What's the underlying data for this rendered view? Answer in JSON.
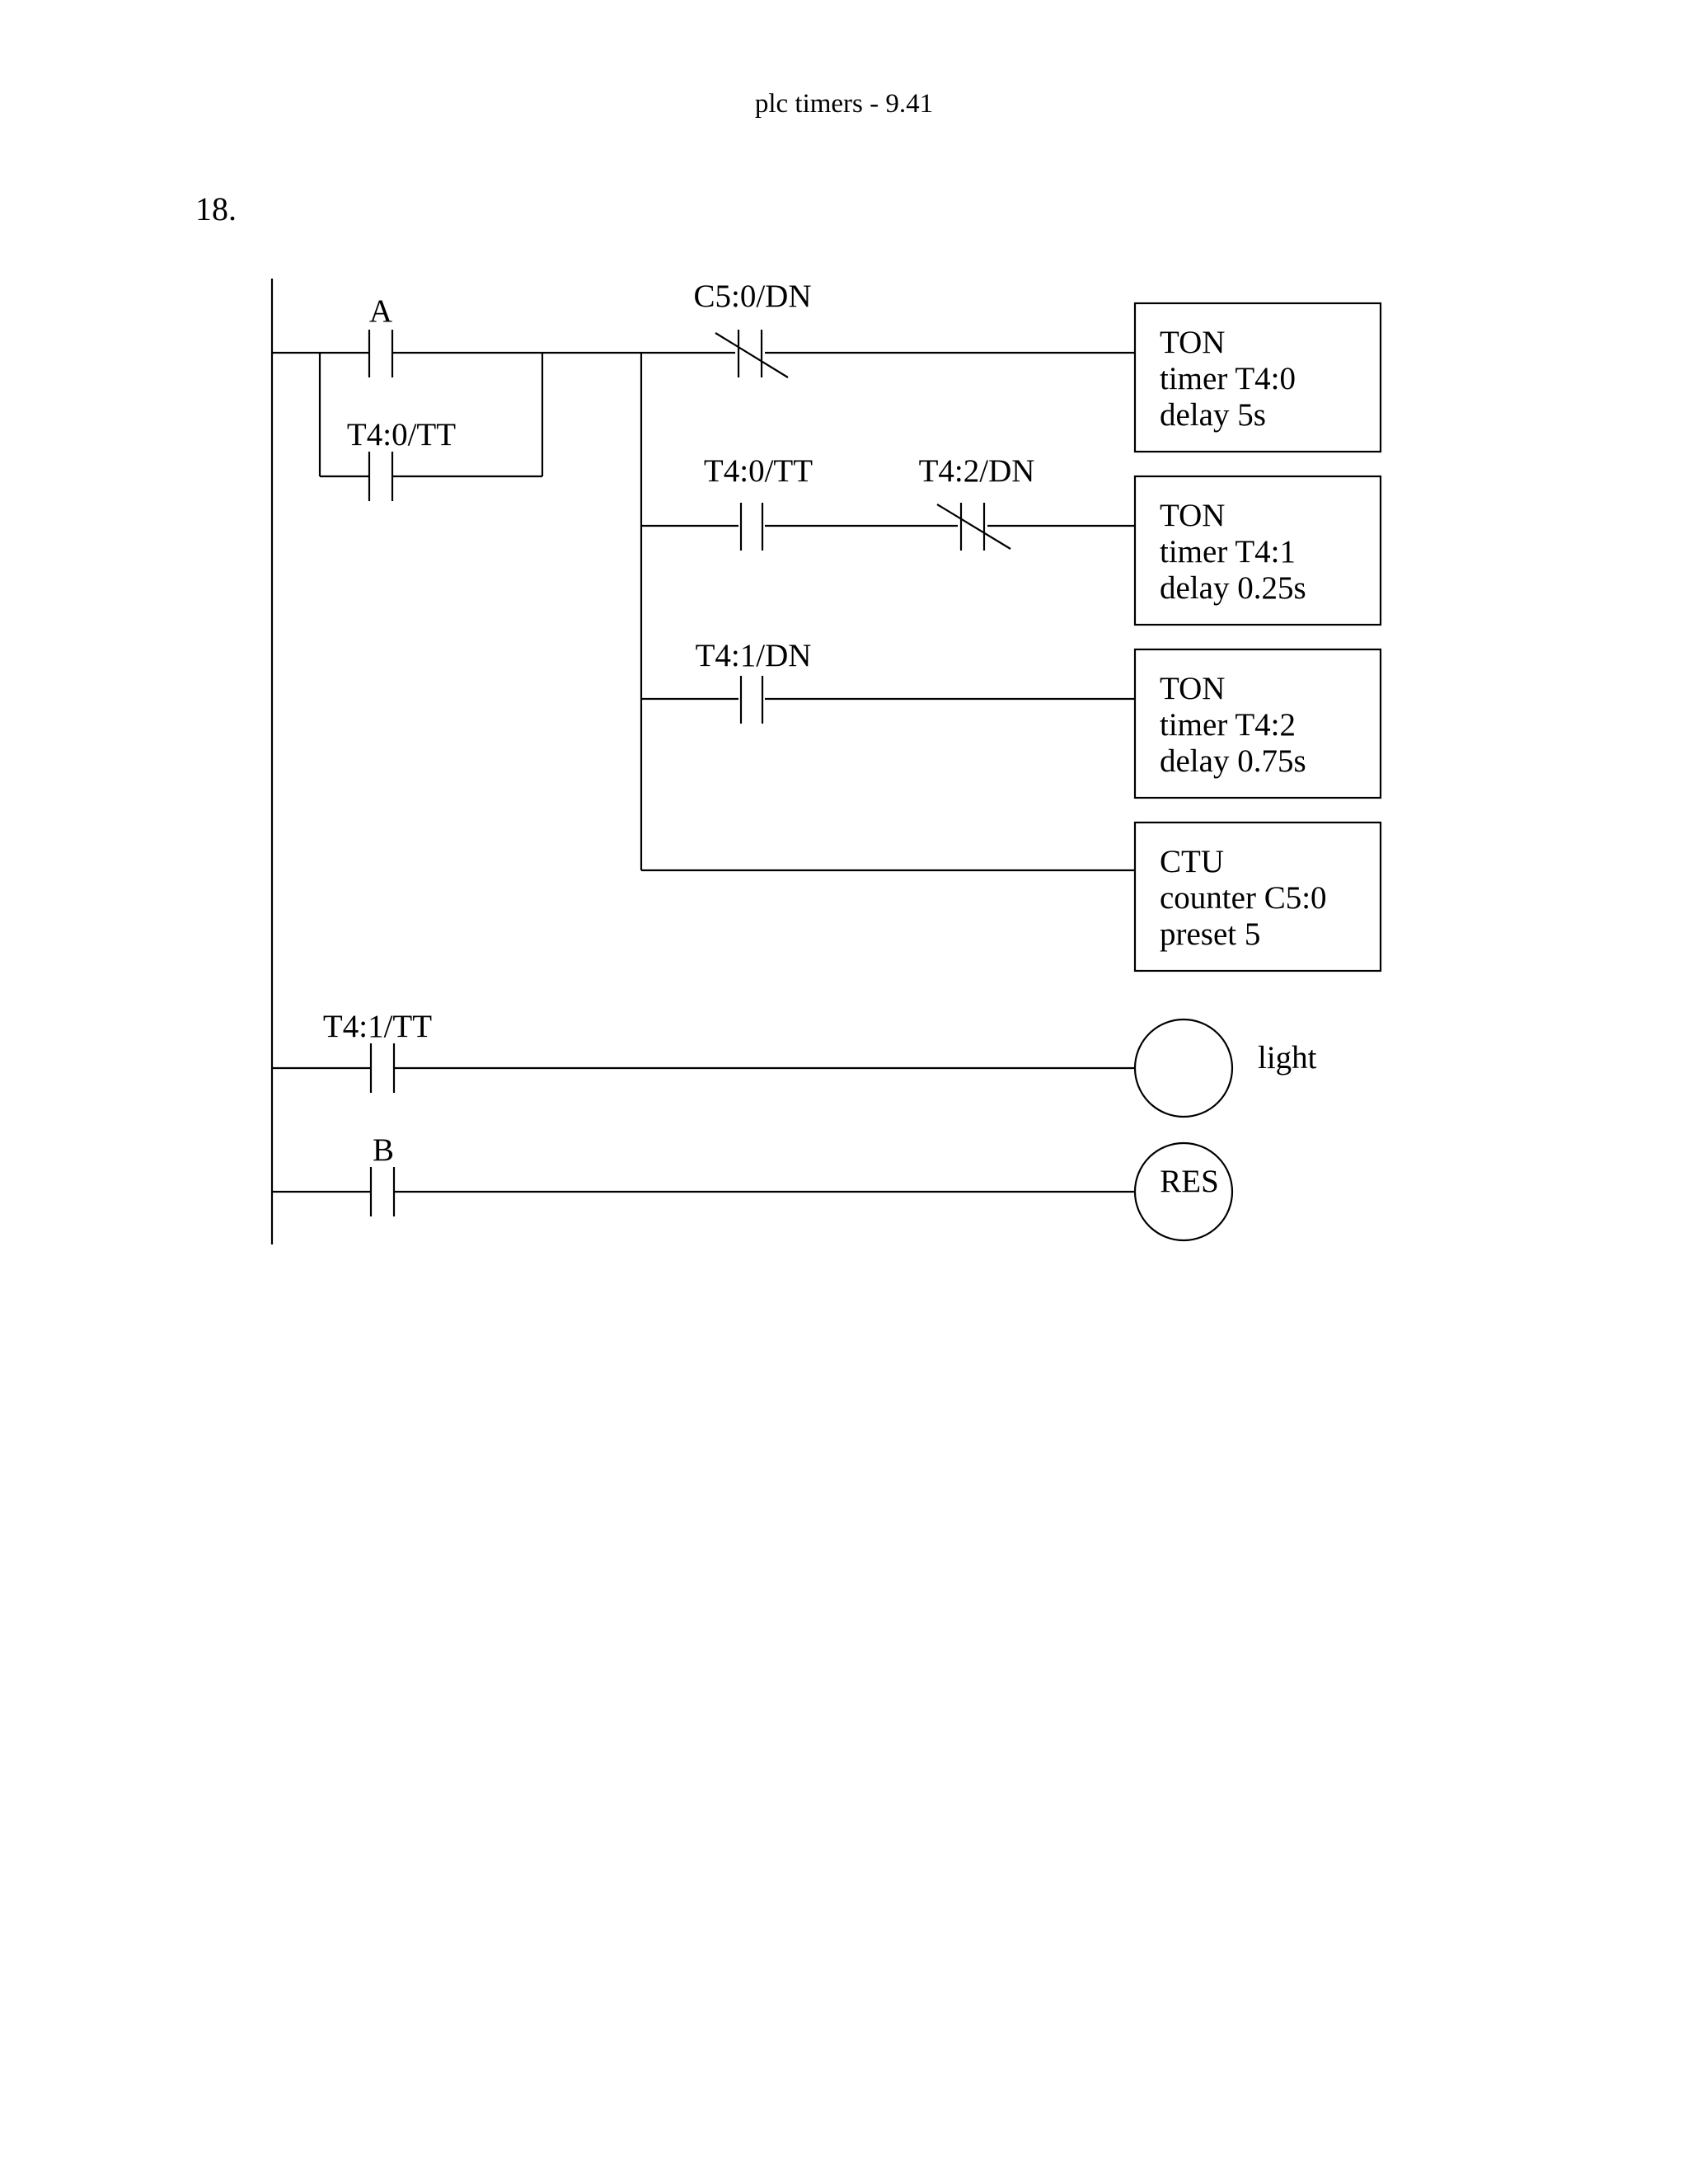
{
  "header": "plc timers - 9.41",
  "question_number": "18.",
  "contacts": {
    "a": "A",
    "t40_tt_branch": "T4:0/TT",
    "c50_dn": "C5:0/DN",
    "t40_tt": "T4:0/TT",
    "t42_dn": "T4:2/DN",
    "t41_dn": "T4:1/DN",
    "t41_tt": "T4:1/TT",
    "b": "B"
  },
  "blocks": [
    {
      "line1": "TON",
      "line2": "timer T4:0",
      "line3": "delay 5s"
    },
    {
      "line1": "TON",
      "line2": "timer T4:1",
      "line3": "delay 0.25s"
    },
    {
      "line1": "TON",
      "line2": "timer T4:2",
      "line3": "delay 0.75s"
    },
    {
      "line1": "CTU",
      "line2": "counter C5:0",
      "line3": "preset 5"
    }
  ],
  "outputs": {
    "light_label": "light",
    "res_label": "RES"
  }
}
